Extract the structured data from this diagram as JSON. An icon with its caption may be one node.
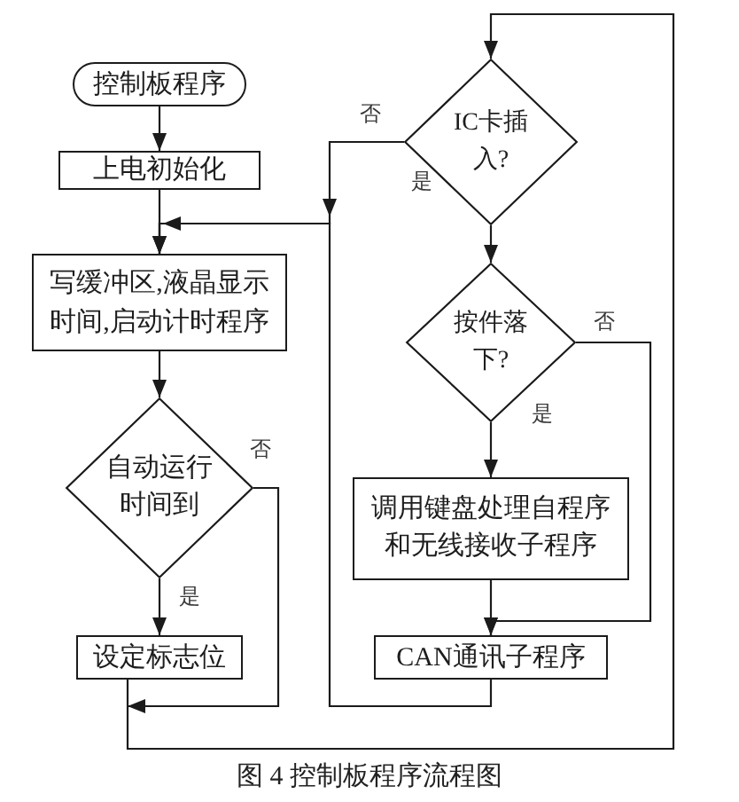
{
  "diagram": {
    "caption": "图 4 控制板程序流程图",
    "nodes": [
      {
        "text": [
          "控制板程序"
        ]
      },
      {
        "text": [
          "上电初始化"
        ]
      },
      {
        "text": [
          "写缓冲区,液晶显示时间,启动计时程序"
        ]
      },
      {
        "text": [
          "自动运行时间到"
        ]
      },
      {
        "text": [
          "设定标志位"
        ]
      },
      {
        "text": [
          "IC卡插入?"
        ]
      },
      {
        "text": [
          "按件落下?"
        ]
      },
      {
        "text": [
          "调用键盘处理自程序和无线接收子程序"
        ]
      },
      {
        "text": [
          "CAN通讯子程序"
        ]
      }
    ],
    "edges": [
      {
        "from": 0,
        "to": 1,
        "arrow": "to"
      },
      {
        "from": 1,
        "to": 2,
        "arrow": "to"
      },
      {
        "from": 2,
        "to": 3,
        "arrow": "to"
      },
      {
        "from": 3,
        "to": 4,
        "arrow": "to",
        "label": "是"
      },
      {
        "from": 3,
        "to": 5,
        "arrow": "to",
        "label": "否"
      },
      {
        "from": 4,
        "to": 5,
        "arrow": "to"
      },
      {
        "from": 5,
        "to": 6,
        "arrow": "to",
        "label": "是"
      },
      {
        "from": 5,
        "to": 2,
        "arrow": "to",
        "label": "否"
      },
      {
        "from": 6,
        "to": 7,
        "arrow": "to",
        "label": "是"
      },
      {
        "from": 6,
        "to": 8,
        "arrow": "to",
        "label": "否"
      },
      {
        "from": 7,
        "to": 8,
        "arrow": "to"
      },
      {
        "from": 8,
        "to": 2,
        "arrow": "to"
      }
    ]
  }
}
